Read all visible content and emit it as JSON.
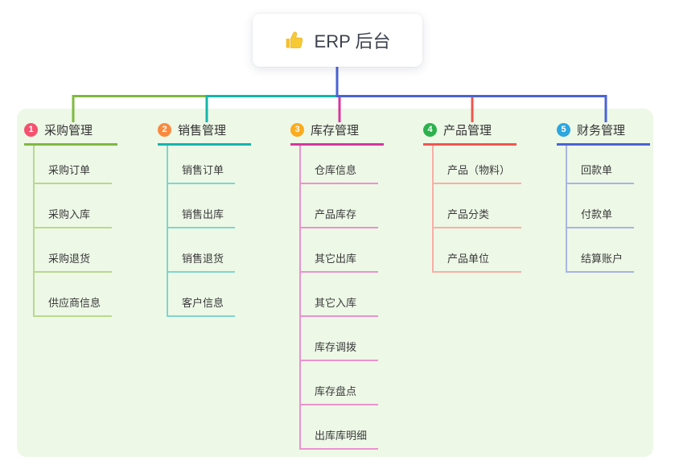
{
  "root": {
    "label": "ERP 后台",
    "icon": "thumbs-up-icon",
    "icon_color": "#f5c02f",
    "stem_color": "#4a63d4"
  },
  "panel": {
    "background": "#edf8e7"
  },
  "branches": [
    {
      "num": "1",
      "title": "采购管理",
      "badge_color": "#f4526e",
      "line_color": "#7fb93f",
      "light_color": "#b9d98c",
      "items": [
        "采购订单",
        "采购入库",
        "采购退货",
        "供应商信息"
      ]
    },
    {
      "num": "2",
      "title": "销售管理",
      "badge_color": "#fa8a3f",
      "line_color": "#14b5ab",
      "light_color": "#7fd6cd",
      "items": [
        "销售订单",
        "销售出库",
        "销售退货",
        "客户信息"
      ]
    },
    {
      "num": "3",
      "title": "库存管理",
      "badge_color": "#fbab1d",
      "line_color": "#d6369f",
      "light_color": "#ec92cf",
      "items": [
        "仓库信息",
        "产品库存",
        "其它出库",
        "其它入库",
        "库存调拨",
        "库存盘点",
        "出库库明细"
      ]
    },
    {
      "num": "4",
      "title": "产品管理",
      "badge_color": "#2cb24c",
      "line_color": "#f2564d",
      "light_color": "#f8aea7",
      "items": [
        "产品（物料）",
        "产品分类",
        "产品单位"
      ]
    },
    {
      "num": "5",
      "title": "财务管理",
      "badge_color": "#2ba6df",
      "line_color": "#4a63d4",
      "light_color": "#a9b4e3",
      "items": [
        "回款单",
        "付款单",
        "结算账户"
      ]
    }
  ]
}
